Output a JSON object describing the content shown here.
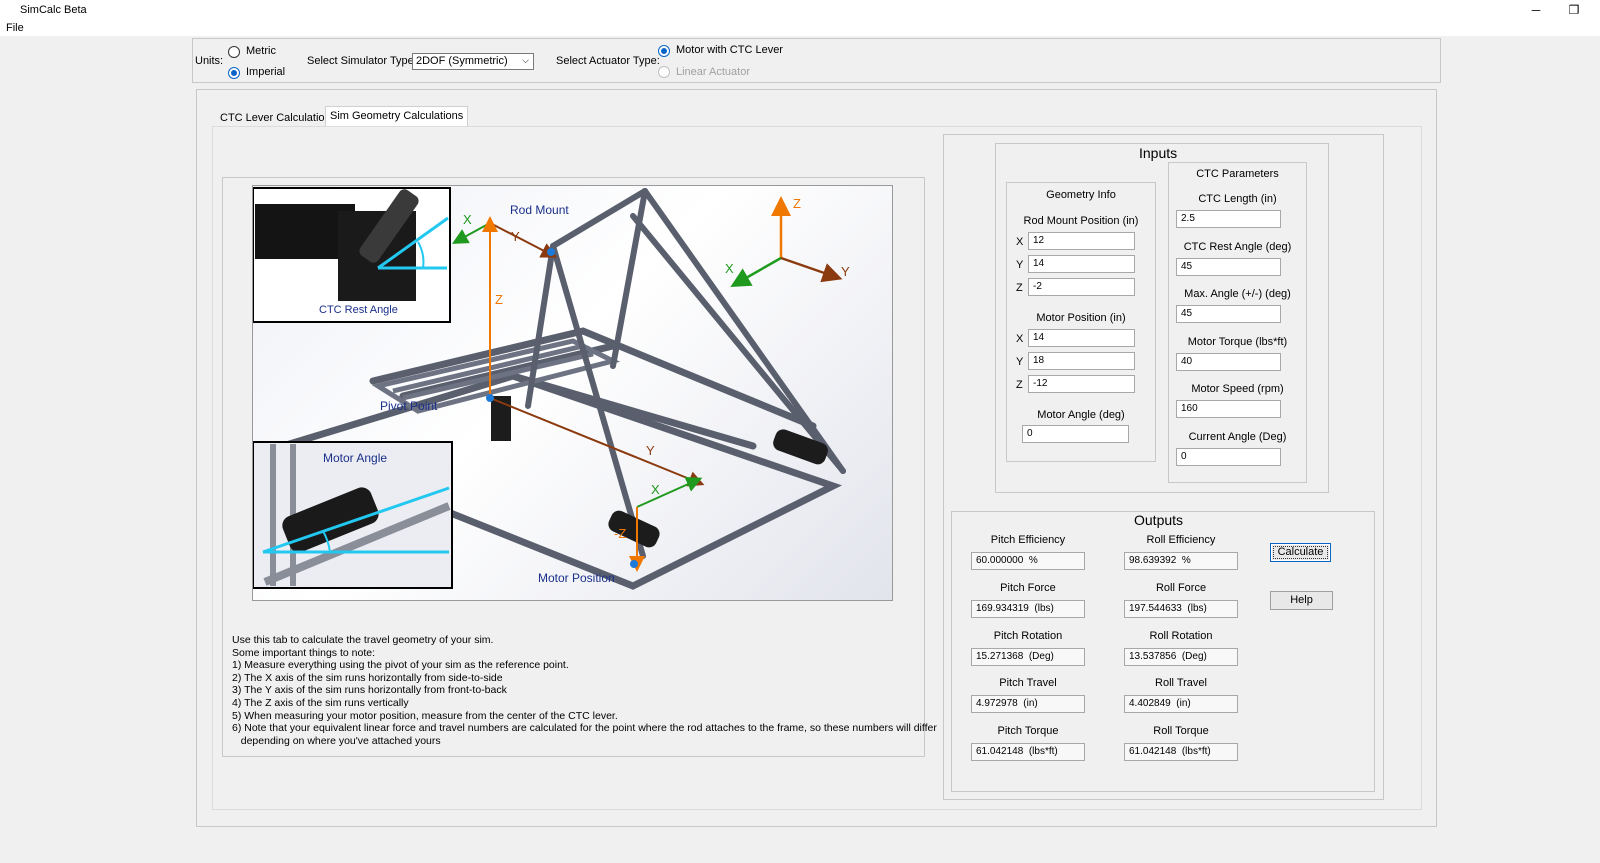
{
  "window": {
    "title": "SimCalc Beta",
    "minimize": "─",
    "restore": "❐"
  },
  "menu": {
    "file": "File"
  },
  "units": {
    "label": "Units:",
    "metric": "Metric",
    "imperial": "Imperial",
    "selected": "imperial"
  },
  "simulator": {
    "label": "Select Simulator Type:",
    "value": "2DOF (Symmetric)"
  },
  "actuator": {
    "label": "Select Actuator Type:",
    "motor_ctc": "Motor with CTC Lever",
    "linear": "Linear Actuator",
    "selected": "motor_ctc"
  },
  "tabs": [
    {
      "label": "CTC Lever Calculations",
      "active": false
    },
    {
      "label": "Sim Geometry Calculations",
      "active": true
    }
  ],
  "diagram": {
    "labels": {
      "ctc_rest_angle": "CTC Rest Angle",
      "rod_mount": "Rod Mount",
      "pivot_point": "Pivot Point",
      "motor_angle": "Motor Angle",
      "motor_position": "Motor Position",
      "axis_x": "X",
      "axis_y": "Y",
      "axis_z": "Z",
      "axis_neg_z": "-Z"
    },
    "colors": {
      "axis_x": "#1f9a1f",
      "axis_y": "#8b3a0f",
      "axis_z": "#f07800",
      "label_blue": "#1a2f8a",
      "highlight": "#22c8f0",
      "frame": "#5a5f6e"
    }
  },
  "notes": [
    "Use this tab to calculate the travel geometry of your sim.",
    "Some important things to note:",
    "1) Measure everything using the pivot of your sim as the reference point.",
    "2) The X axis of the sim runs horizontally from side-to-side",
    "3) The Y axis of the sim runs horizontally from front-to-back",
    "4) The Z axis of the sim runs vertically",
    "5) When measuring your motor position, measure from the center of the CTC lever.",
    "6) Note that your equivalent linear force and travel numbers are calculated for the point where the rod attaches to the frame, so these numbers will differ",
    "   depending on where you've attached yours"
  ],
  "inputs": {
    "title": "Inputs",
    "geometry": {
      "title": "Geometry Info",
      "rod_mount_label": "Rod Mount Position (in)",
      "rod_mount": {
        "x": "12",
        "y": "14",
        "z": "-2"
      },
      "motor_pos_label": "Motor Position (in)",
      "motor_pos": {
        "x": "14",
        "y": "18",
        "z": "-12"
      },
      "axis_x": "X",
      "axis_y": "Y",
      "axis_z": "Z",
      "motor_angle_label": "Motor Angle (deg)",
      "motor_angle": "0"
    },
    "ctc": {
      "title": "CTC Parameters",
      "length_label": "CTC Length (in)",
      "length": "2.5",
      "rest_label": "CTC Rest Angle (deg)",
      "rest": "45",
      "max_label": "Max. Angle (+/-) (deg)",
      "max": "45",
      "torque_label": "Motor Torque (lbs*ft)",
      "torque": "40",
      "speed_label": "Motor Speed (rpm)",
      "speed": "160",
      "current_label": "Current Angle (Deg)",
      "current": "0"
    }
  },
  "outputs": {
    "title": "Outputs",
    "pitch_eff_label": "Pitch Efficiency",
    "pitch_eff": "60.000000",
    "pitch_eff_unit": "%",
    "roll_eff_label": "Roll Efficiency",
    "roll_eff": "98.639392",
    "roll_eff_unit": "%",
    "pitch_force_label": "Pitch Force",
    "pitch_force": "169.934319",
    "pitch_force_unit": "(lbs)",
    "roll_force_label": "Roll Force",
    "roll_force": "197.544633",
    "roll_force_unit": "(lbs)",
    "pitch_rot_label": "Pitch Rotation",
    "pitch_rot": "15.271368",
    "pitch_rot_unit": "(Deg)",
    "roll_rot_label": "Roll Rotation",
    "roll_rot": "13.537856",
    "roll_rot_unit": "(Deg)",
    "pitch_travel_label": "Pitch Travel",
    "pitch_travel": "4.972978",
    "pitch_travel_unit": "(in)",
    "roll_travel_label": "Roll Travel",
    "roll_travel": "4.402849",
    "roll_travel_unit": "(in)",
    "pitch_torque_label": "Pitch Torque",
    "pitch_torque": "61.042148",
    "pitch_torque_unit": "(lbs*ft)",
    "roll_torque_label": "Roll Torque",
    "roll_torque": "61.042148",
    "roll_torque_unit": "(lbs*ft)",
    "calculate": "Calculate",
    "help": "Help"
  }
}
